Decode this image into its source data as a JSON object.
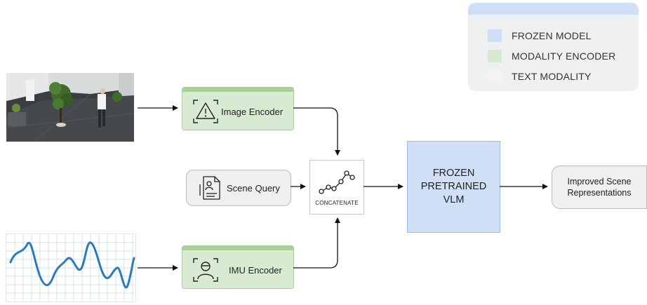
{
  "legend": {
    "items": [
      {
        "label": "FROZEN MODEL",
        "color": "#cfe0f6"
      },
      {
        "label": "MODALITY ENCODER",
        "color": "#d8ebd2"
      },
      {
        "label": "TEXT MODALITY",
        "color": "#f4f4f4"
      }
    ]
  },
  "inputs": {
    "image_encoder": {
      "label": "Image Encoder",
      "icon": "warning-scan-icon"
    },
    "scene_query": {
      "label": "Scene Query",
      "icon": "document-person-icon"
    },
    "imu_encoder": {
      "label": "IMU Encoder",
      "icon": "person-scan-icon"
    }
  },
  "concat": {
    "label": "CONCATENATE",
    "icon": "line-graph-icon"
  },
  "vlm": {
    "line1": "FROZEN",
    "line2": "PRETRAINED",
    "line3": "VLM"
  },
  "output": {
    "line1": "Improved Scene",
    "line2": "Representations"
  },
  "colors": {
    "frozen": "#cfe0f6",
    "encoder": "#d8ebd2",
    "encoder_bar": "#a9d197",
    "text": "#efefef",
    "wave": "#2a7abf"
  }
}
